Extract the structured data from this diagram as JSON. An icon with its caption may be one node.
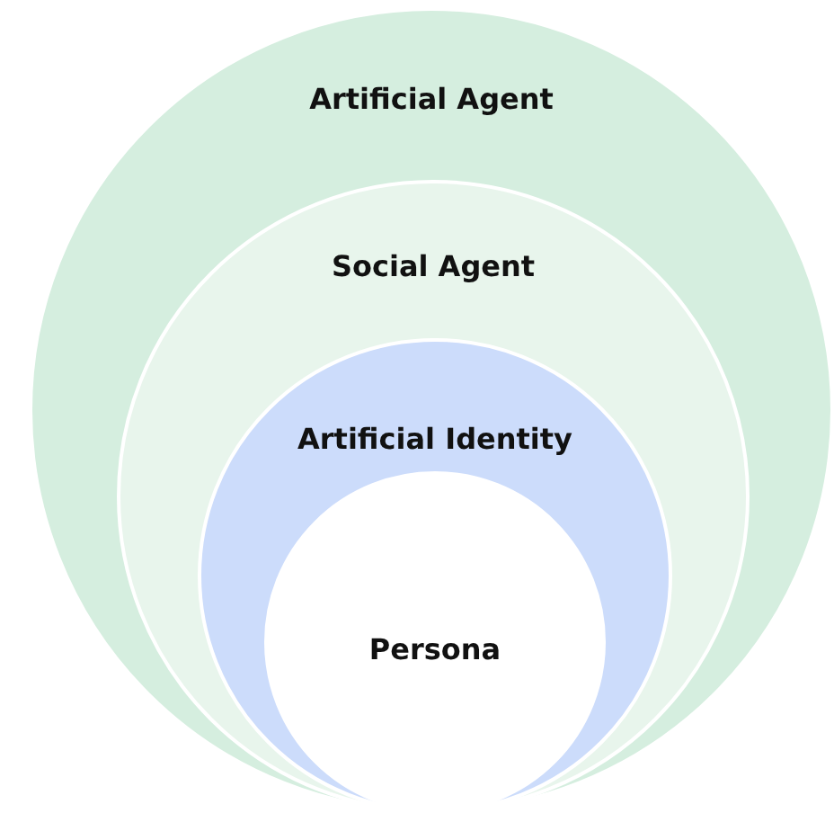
{
  "diagram": {
    "nodes": [
      {
        "text": [
          "Artificial Agent"
        ]
      },
      {
        "text": [
          "Social Agent"
        ],
        "in": 0
      },
      {
        "text": [
          "Artificial Identity"
        ],
        "in": 1
      },
      {
        "text": [
          "Persona"
        ],
        "in": 2
      }
    ]
  }
}
